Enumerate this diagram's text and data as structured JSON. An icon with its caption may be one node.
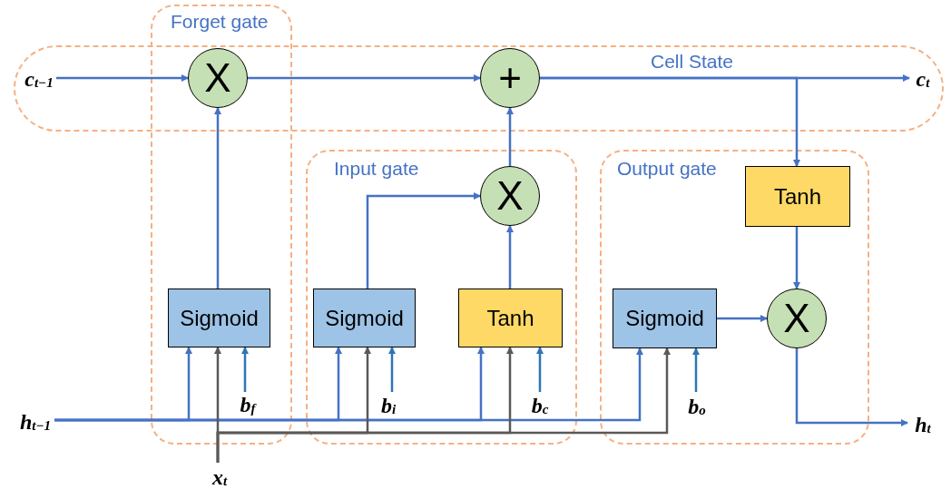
{
  "diagram": {
    "nodes": [
      {
        "text": [
          "Forget gate"
        ]
      },
      {
        "text": [
          "Cell State"
        ]
      },
      {
        "text": [
          "Input gate"
        ]
      },
      {
        "text": [
          "Output gate"
        ]
      },
      {
        "text": [
          "c$_{t−1}$"
        ],
        "in": 1
      },
      {
        "text": [
          "X"
        ]
      },
      {
        "text": [
          "+"
        ],
        "in": 1
      },
      {
        "text": [
          "c$_{t}$"
        ],
        "in": 1
      },
      {
        "text": [
          "Sigmoid"
        ],
        "in": 0
      },
      {
        "text": [
          "Sigmoid"
        ],
        "in": 2
      },
      {
        "text": [
          "X"
        ],
        "in": 2
      },
      {
        "text": [
          "Tanh"
        ],
        "in": 2
      },
      {
        "text": [
          "Tanh"
        ],
        "in": 3
      },
      {
        "text": [
          "Sigmoid"
        ],
        "in": 3
      },
      {
        "text": [
          "X"
        ],
        "in": 3
      },
      {
        "text": [
          "b$_{f}$"
        ],
        "in": 0
      },
      {
        "text": [
          "b$_{i}$"
        ],
        "in": 2
      },
      {
        "text": [
          "b$_{c}$"
        ],
        "in": 2
      },
      {
        "text": [
          "b$_{o}$"
        ],
        "in": 3
      },
      {
        "text": [
          "h$_{t−1}$"
        ]
      },
      {
        "text": [
          "x$_{t}$"
        ]
      },
      {
        "text": [
          "h$_{t}$"
        ]
      }
    ],
    "edges": [
      {
        "from": 4,
        "to": 5,
        "arrow": "to"
      },
      {
        "from": 5,
        "to": 6,
        "arrow": "to"
      },
      {
        "from": 6,
        "to": 7,
        "arrow": "to"
      },
      {
        "from": 6,
        "to": 12,
        "arrow": "to"
      },
      {
        "from": 8,
        "to": 5,
        "arrow": "to"
      },
      {
        "from": 9,
        "to": 10,
        "arrow": "to"
      },
      {
        "from": 11,
        "to": 10,
        "arrow": "to"
      },
      {
        "from": 10,
        "to": 6,
        "arrow": "to"
      },
      {
        "from": 12,
        "to": 14,
        "arrow": "to"
      },
      {
        "from": 13,
        "to": 14,
        "arrow": "to"
      },
      {
        "from": 14,
        "to": 21,
        "arrow": "to"
      },
      {
        "from": 19,
        "to": 8,
        "arrow": "to"
      },
      {
        "from": 19,
        "to": 9,
        "arrow": "to"
      },
      {
        "from": 19,
        "to": 11,
        "arrow": "to"
      },
      {
        "from": 19,
        "to": 13,
        "arrow": "to"
      },
      {
        "from": 20,
        "to": 8,
        "arrow": "to",
        "color": "#595959"
      },
      {
        "from": 20,
        "to": 9,
        "arrow": "to",
        "color": "#595959"
      },
      {
        "from": 20,
        "to": 11,
        "arrow": "to",
        "color": "#595959"
      },
      {
        "from": 20,
        "to": 13,
        "arrow": "to",
        "color": "#595959"
      },
      {
        "from": 15,
        "to": 8,
        "arrow": "to",
        "color": "#2e75b6"
      },
      {
        "from": 16,
        "to": 9,
        "arrow": "to",
        "color": "#2e75b6"
      },
      {
        "from": 17,
        "to": 11,
        "arrow": "to",
        "color": "#2e75b6"
      },
      {
        "from": 18,
        "to": 13,
        "arrow": "to",
        "color": "#2e75b6"
      }
    ]
  }
}
